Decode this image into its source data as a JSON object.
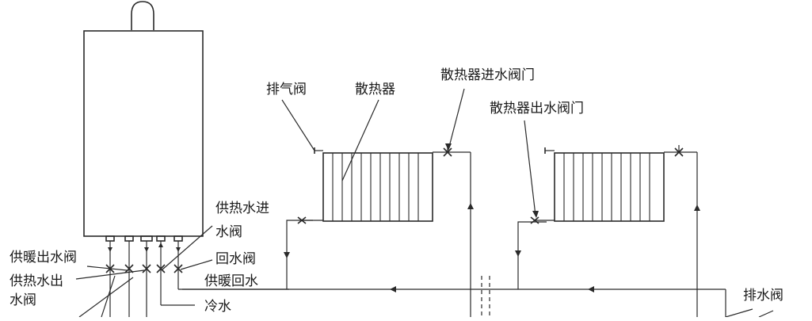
{
  "labels": {
    "exhaust_valve": "排气阀",
    "radiator": "散热器",
    "radiator_inlet_valve": "散热器进水阀门",
    "radiator_outlet_valve": "散热器出水阀门",
    "hot_water_inlet_line1": "供热水进",
    "hot_water_inlet_line2": "水阀",
    "heating_outlet_valve": "供暖出水阀",
    "return_valve": "回水阀",
    "hot_water_outlet_line1": "供热水出",
    "hot_water_outlet_line2": "水阀",
    "heating_return": "供暖回水",
    "cold_water": "冷水",
    "drain_valve": "排水阀"
  }
}
